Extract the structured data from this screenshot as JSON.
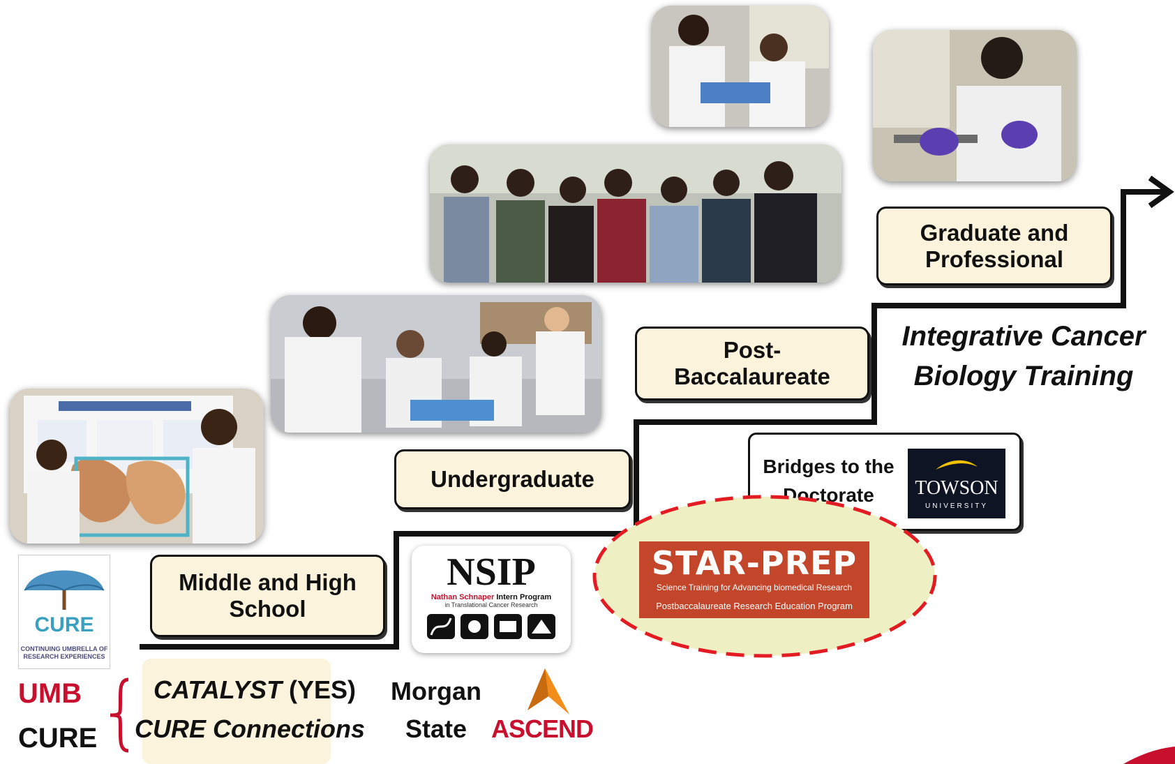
{
  "stages": {
    "middle_high": "Middle and High\nSchool",
    "undergraduate": "Undergraduate",
    "post_bacc": "Post-\nBaccalaureate",
    "graduate": "Graduate and\nProfessional"
  },
  "program_title": {
    "line1": "Integrative Cancer",
    "line2": "Biology Training"
  },
  "cure_logo": {
    "word": "CURE",
    "subtitle": "CONTINUING UMBRELLA OF\nRESEARCH EXPERIENCES"
  },
  "umb_cure": {
    "umb": "UMB",
    "cure": "CURE",
    "catalyst_italic": "CATALYST",
    "catalyst_suffix": " (YES)",
    "connections": "CURE Connections"
  },
  "morgan": {
    "line1": "Morgan",
    "line2": "State",
    "ascend": "ASCEND"
  },
  "nsip": {
    "title": "NSIP",
    "name_red": "Nathan Schnaper",
    "name_black": " Intern Program",
    "sub": "in Translational Cancer Research"
  },
  "bridges": {
    "text": "Bridges to the\nDoctorate",
    "towson": "TOWSON",
    "university": "UNIVERSITY"
  },
  "star_prep": {
    "title": "STAR-PREP",
    "line1": "Science Training for Advancing biomedical Research",
    "line2": "Postbaccalaureate Research Education Program"
  },
  "colors": {
    "umb_red": "#c8102e",
    "stage_fill": "#fbf3dc",
    "highlight_fill": "#eef0c4",
    "dashed_red": "#e31b23",
    "star_prep_bg": "#c3452a",
    "towson_gold": "#f2c200"
  }
}
